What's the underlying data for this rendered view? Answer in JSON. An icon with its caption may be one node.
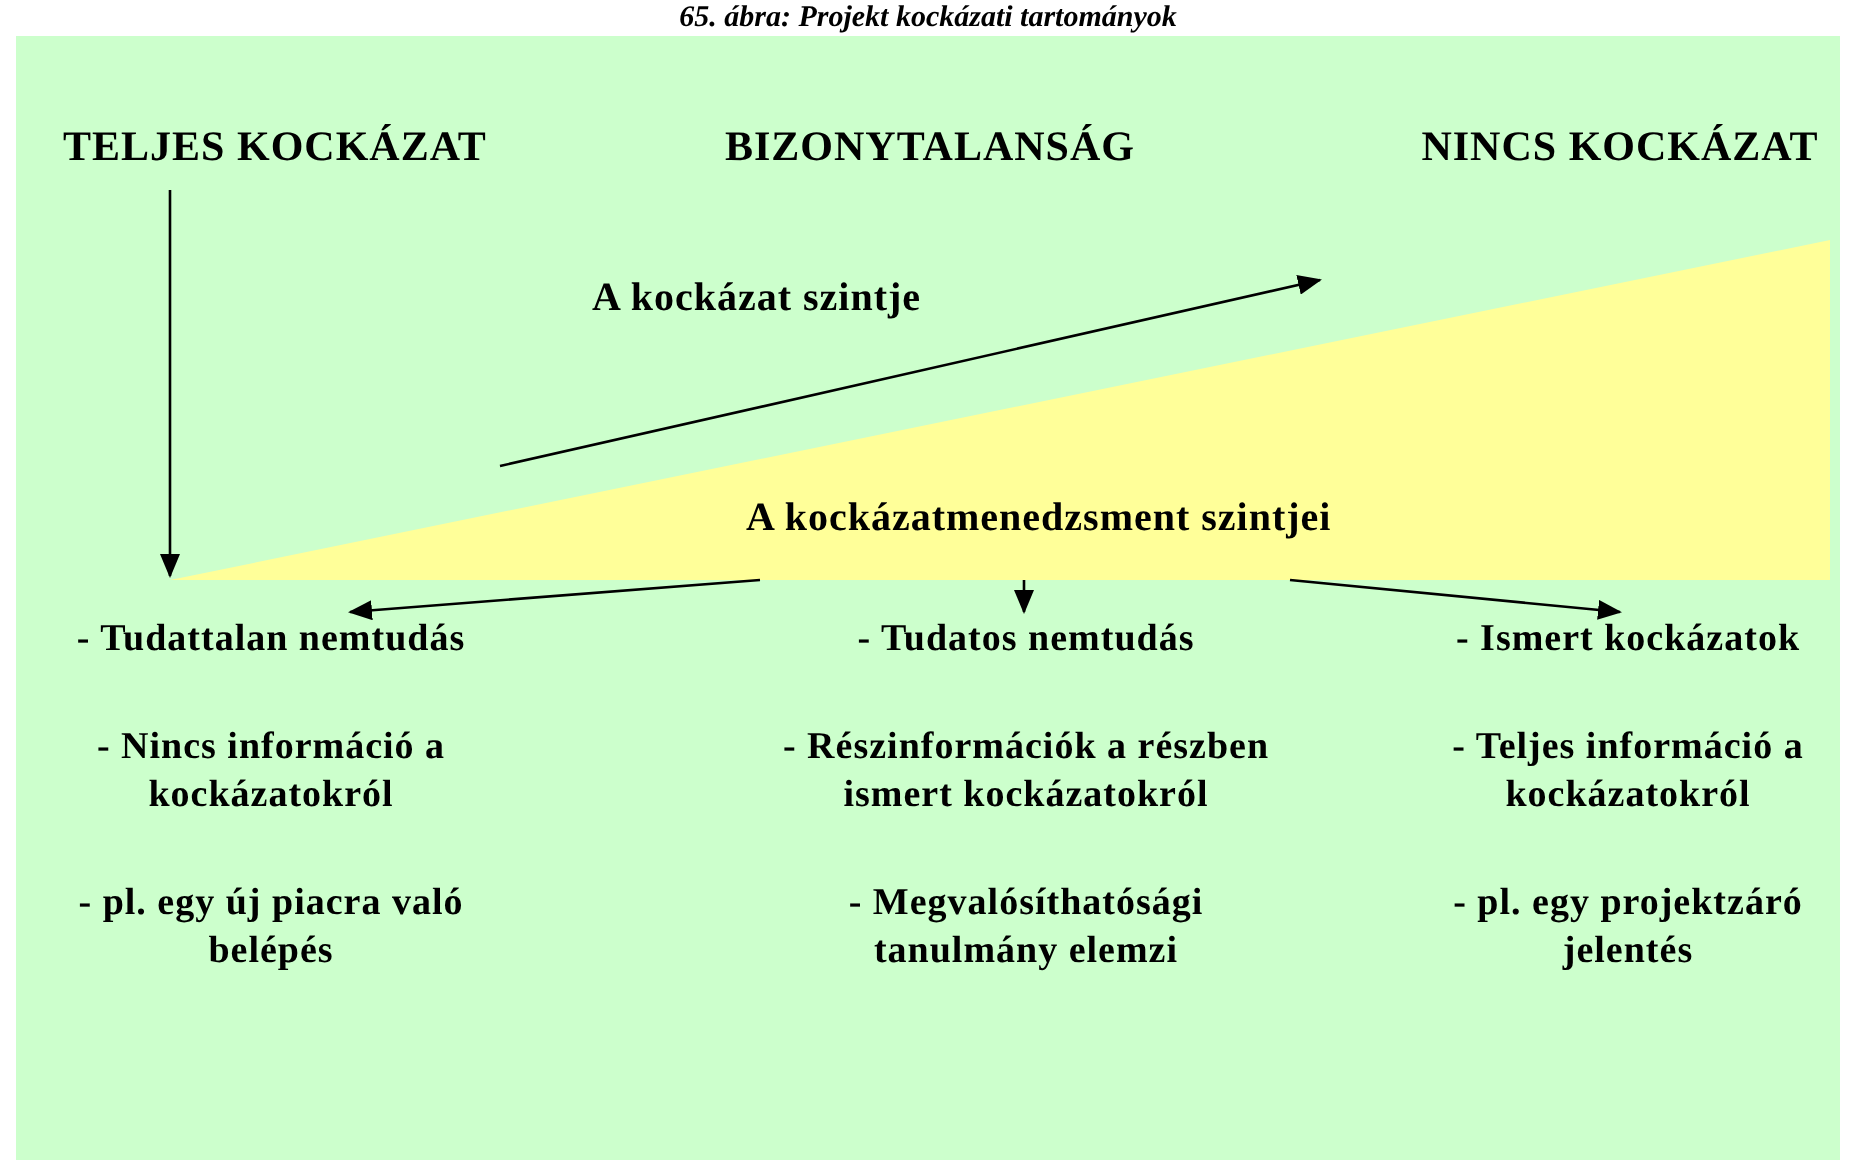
{
  "diagram": {
    "title": "65. ábra: Projekt kockázati tartományok",
    "nodes": [
      {
        "text": [
          "TELJES KOCKÁZAT"
        ]
      },
      {
        "text": [
          "BIZONYTALANSÁG"
        ]
      },
      {
        "text": [
          "NINCS KOCKÁZAT"
        ]
      },
      {
        "text": [
          "A kockázatmenedzsment szintjei"
        ]
      },
      {
        "text": [
          "- Tudattalan nemtudás",
          "- Nincs információ a kockázatokról",
          "- pl. egy új piacra való belépés"
        ]
      },
      {
        "text": [
          "- Tudatos nemtudás",
          "- Részinformációk a részben ismert kockázatokról",
          "- Megvalósíthatósági tanulmány elemzi"
        ]
      },
      {
        "text": [
          "- Ismert kockázatok",
          "- Teljes információ a kockázatokról",
          "- pl. egy projektzáró jelentés"
        ]
      }
    ],
    "edges": [
      {
        "from": 0,
        "to": 3,
        "arrow": "to"
      },
      {
        "from": 3,
        "to": 4,
        "arrow": "to"
      },
      {
        "from": 3,
        "to": 5,
        "arrow": "to"
      },
      {
        "from": 3,
        "to": 6,
        "arrow": "to"
      }
    ],
    "labels": [
      "A kockázat szintje"
    ]
  }
}
